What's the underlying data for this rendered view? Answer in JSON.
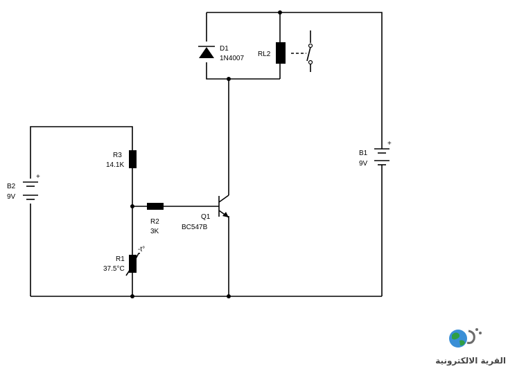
{
  "components": {
    "d1": {
      "ref": "D1",
      "value": "1N4007"
    },
    "rl2": {
      "ref": "RL2"
    },
    "b1": {
      "ref": "B1",
      "value": "9V",
      "polarity": "+"
    },
    "b2": {
      "ref": "B2",
      "value": "9V",
      "polarity": "+"
    },
    "r3": {
      "ref": "R3",
      "value": "14.1K"
    },
    "r2": {
      "ref": "R2",
      "value": "3K"
    },
    "q1": {
      "ref": "Q1",
      "value": "BC547B"
    },
    "r1": {
      "ref": "R1",
      "value": "37.5°C",
      "symbol": "-t°"
    }
  },
  "logo": {
    "text": "القرية الالكترونية",
    "icon": "globe-icon"
  }
}
